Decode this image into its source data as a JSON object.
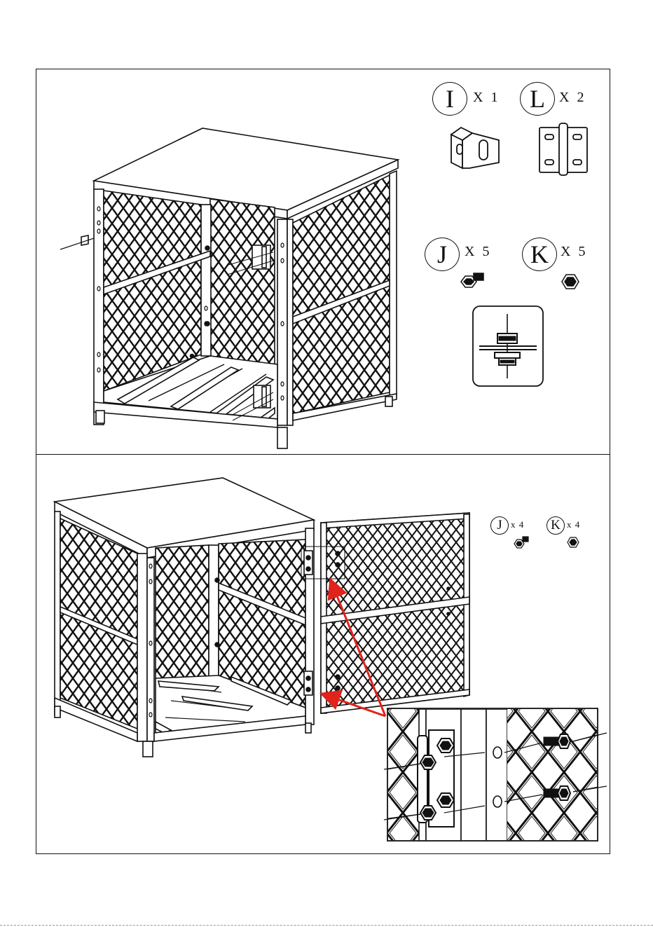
{
  "step1": {
    "parts": [
      {
        "letter": "I",
        "qty": "X 1"
      },
      {
        "letter": "L",
        "qty": "X 2"
      },
      {
        "letter": "J",
        "qty": "X 5"
      },
      {
        "letter": "K",
        "qty": "X 5"
      }
    ]
  },
  "step2": {
    "parts": [
      {
        "letter": "J",
        "qty": "x 4"
      },
      {
        "letter": "K",
        "qty": "x 4"
      }
    ]
  },
  "colors": {
    "line": "#111111",
    "arrow": "#e0231b",
    "background": "#ffffff"
  },
  "icons": [
    "bracket-icon",
    "hinge-icon",
    "bolt-icon",
    "nut-icon",
    "fastening-detail-icon"
  ]
}
